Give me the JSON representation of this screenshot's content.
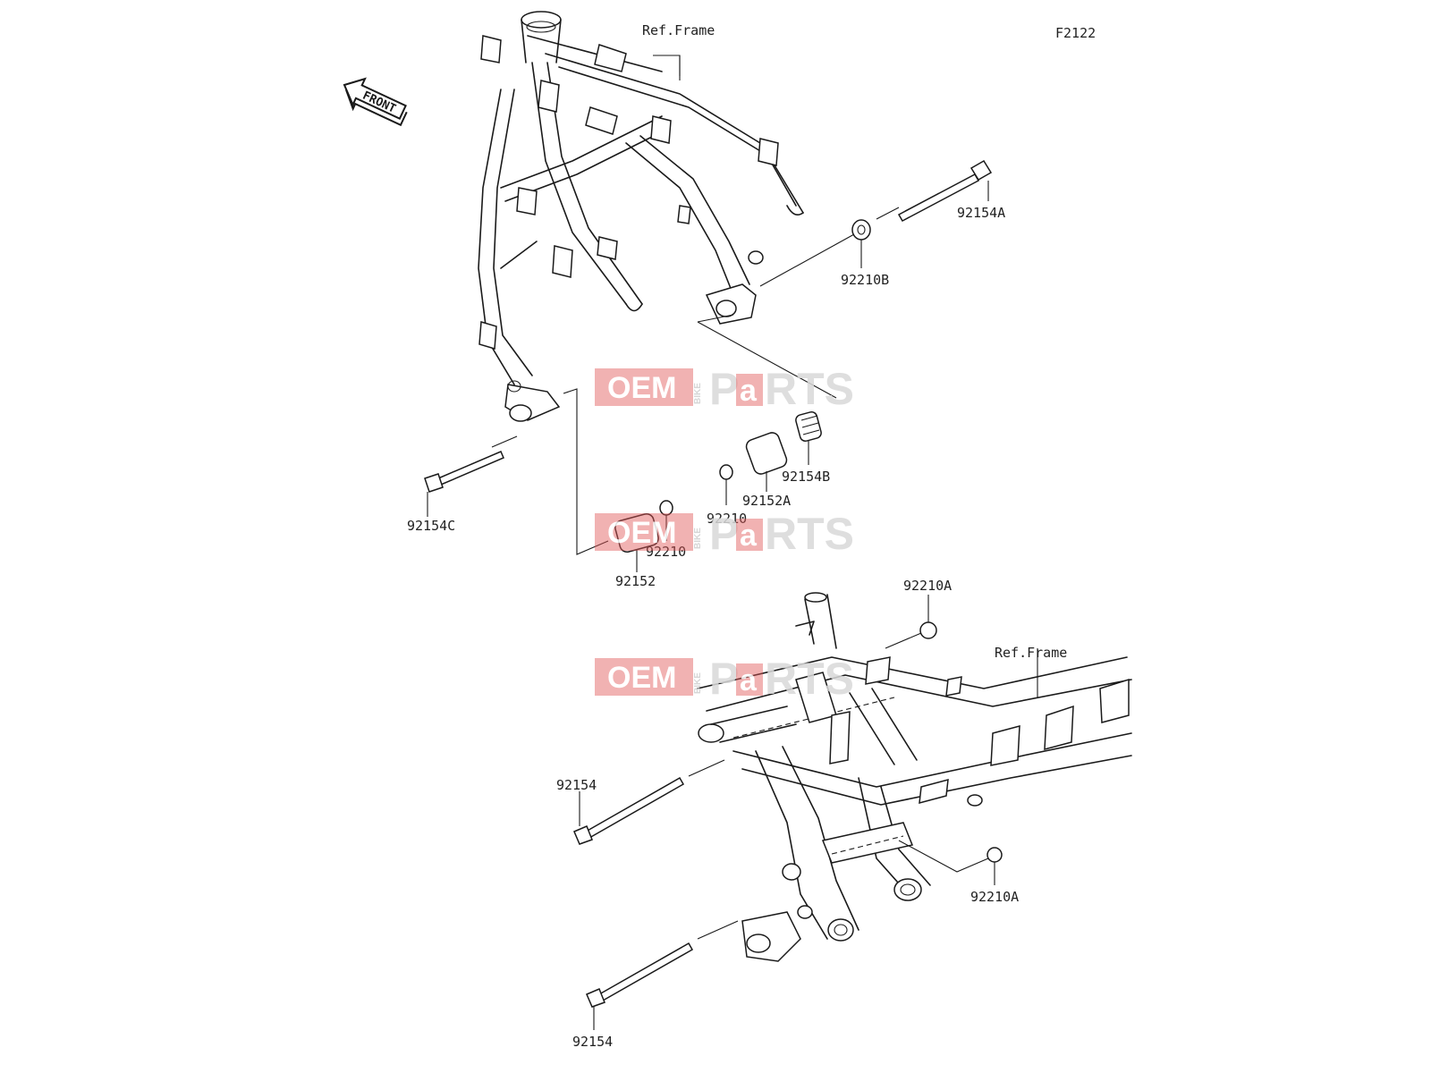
{
  "diagram": {
    "code": "F2122",
    "direction_arrow": "FRONT",
    "frame_refs": [
      "Ref.Frame",
      "Ref.Frame"
    ],
    "part_labels": {
      "p92154A": "92154A",
      "p92210B": "92210B",
      "p92154B": "92154B",
      "p92152A": "92152A",
      "p92210_a": "92210",
      "p92154C": "92154C",
      "p92210_b": "92210",
      "p92152": "92152",
      "p92210A_top": "92210A",
      "p92154_mid": "92154",
      "p92210A_bot": "92210A",
      "p92154_bot": "92154"
    },
    "watermark": {
      "left": "OEM",
      "middle": "BIKE",
      "right_a": "P",
      "right_b": "a",
      "right_c": "RTS"
    }
  },
  "colors": {
    "ink": "#1a1a1a",
    "watermark_red": "#e05a5a",
    "watermark_grey": "#d9d9d9"
  }
}
